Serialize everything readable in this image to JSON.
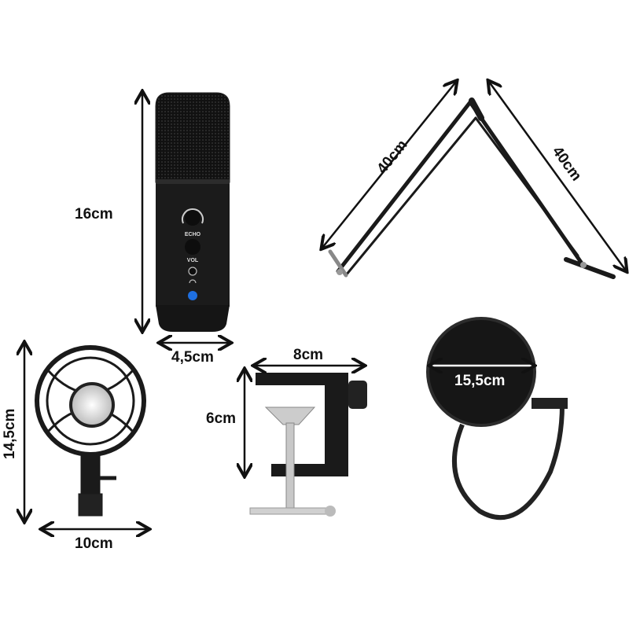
{
  "microphone": {
    "echo_label": "ECHO",
    "vol_label": "VOL",
    "height": "16cm",
    "width": "4,5cm"
  },
  "boom_arm": {
    "arm1_length": "40cm",
    "arm2_length": "40cm"
  },
  "shock_mount": {
    "height": "14,5cm",
    "width": "10cm"
  },
  "desk_clamp": {
    "width": "8cm",
    "height": "6cm"
  },
  "pop_filter": {
    "diameter": "15,5cm"
  },
  "colors": {
    "product": "#1a1a1a",
    "arrow": "#111111",
    "led": "#1e6fe0",
    "metal": "#c8c8c8"
  }
}
